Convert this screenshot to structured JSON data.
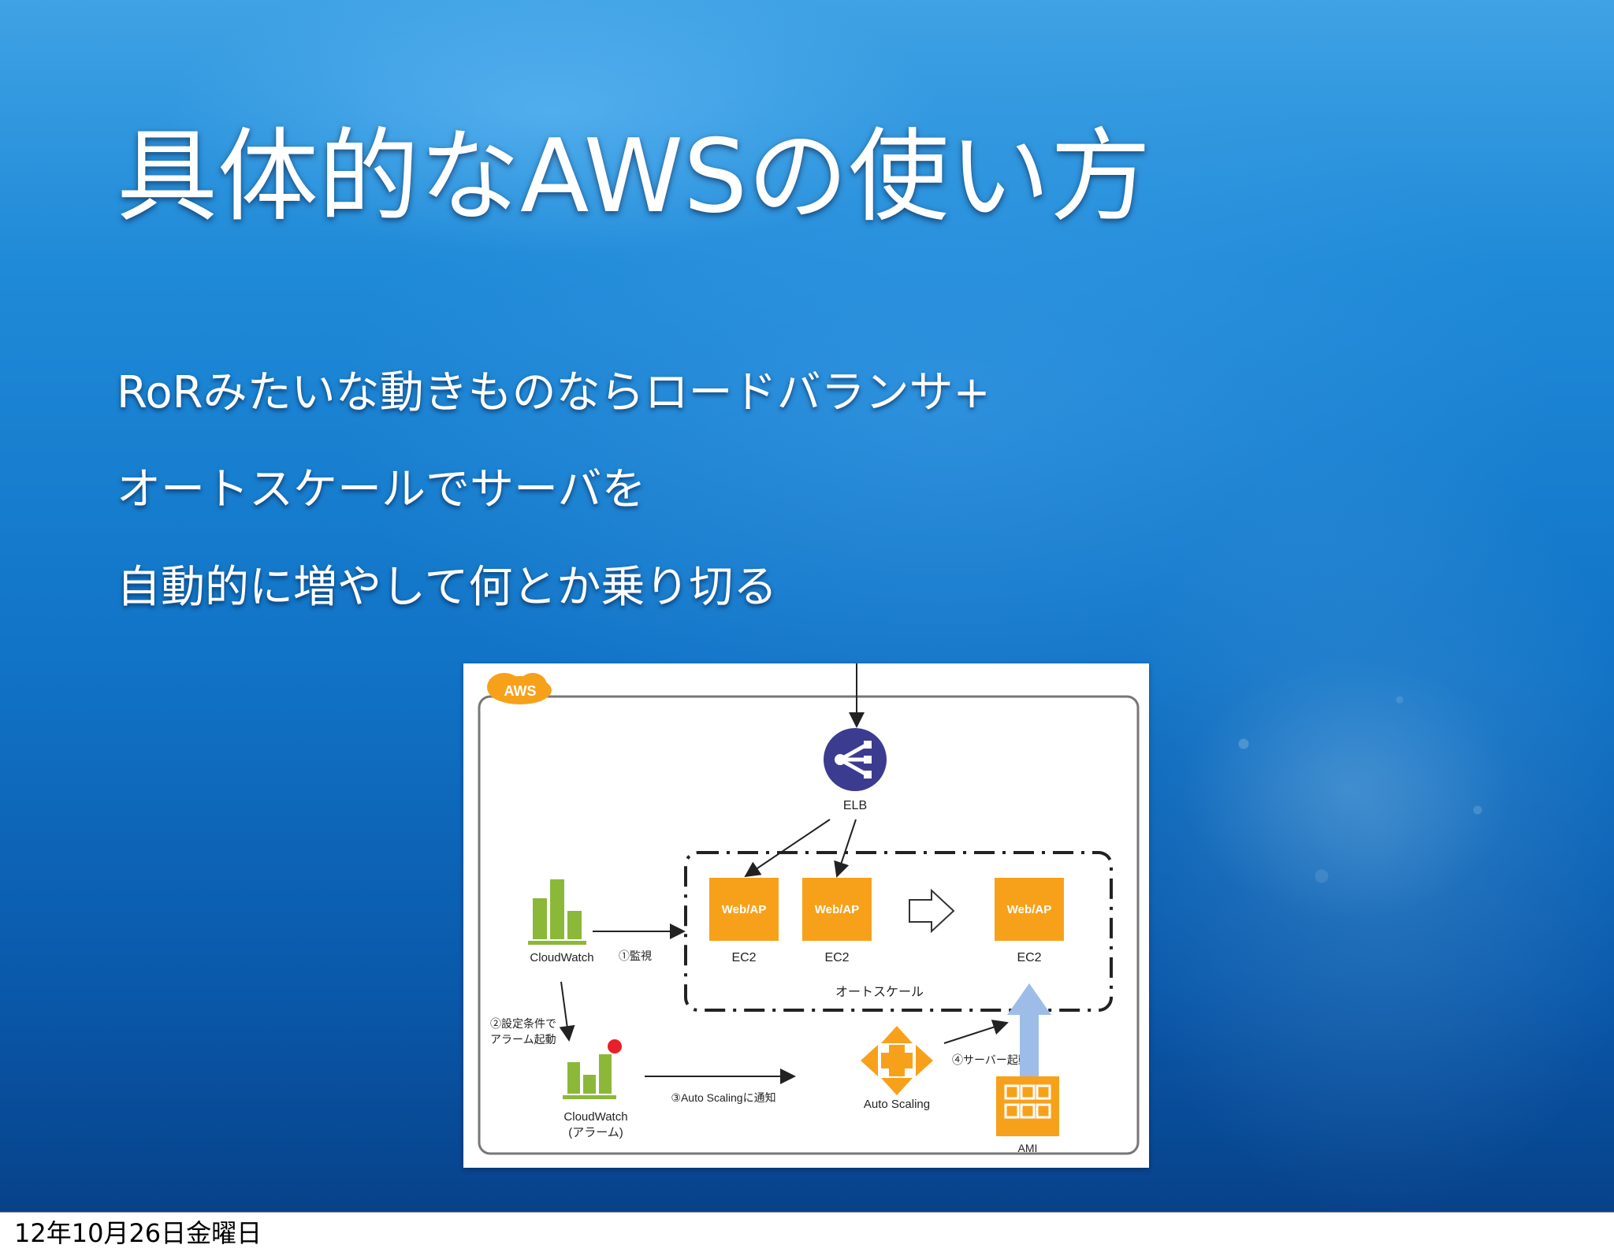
{
  "slide": {
    "title": "具体的なAWSの使い方",
    "bullets": [
      "RoRみたいな動きものならロードバランサ+",
      "オートスケールでサーバを",
      "自動的に増やして何とか乗り切る"
    ]
  },
  "diagram": {
    "cloud_label": "AWS",
    "elb_label": "ELB",
    "ec2_box_label": "Web/AP",
    "ec2_label": "EC2",
    "autoscale_group_label": "オートスケール",
    "cloudwatch_label": "CloudWatch",
    "monitor_label": "①監視",
    "alarm_condition_line1": "②設定条件で",
    "alarm_condition_line2": "アラーム起動",
    "cloudwatch_alarm_line1": "CloudWatch",
    "cloudwatch_alarm_line2": "(アラーム)",
    "notify_label": "③Auto Scalingに通知",
    "autoscaling_label": "Auto Scaling",
    "server_launch_label": "④サーバー起動",
    "ami_label": "AMI"
  },
  "footer": {
    "date": "12年10月26日金曜日"
  },
  "colors": {
    "orange": "#f7a11a",
    "elb_purple": "#3b3b8f",
    "cloudwatch_green": "#8cb83a",
    "alarm_red": "#e8202a",
    "arrow_blue": "#9dbde8"
  }
}
